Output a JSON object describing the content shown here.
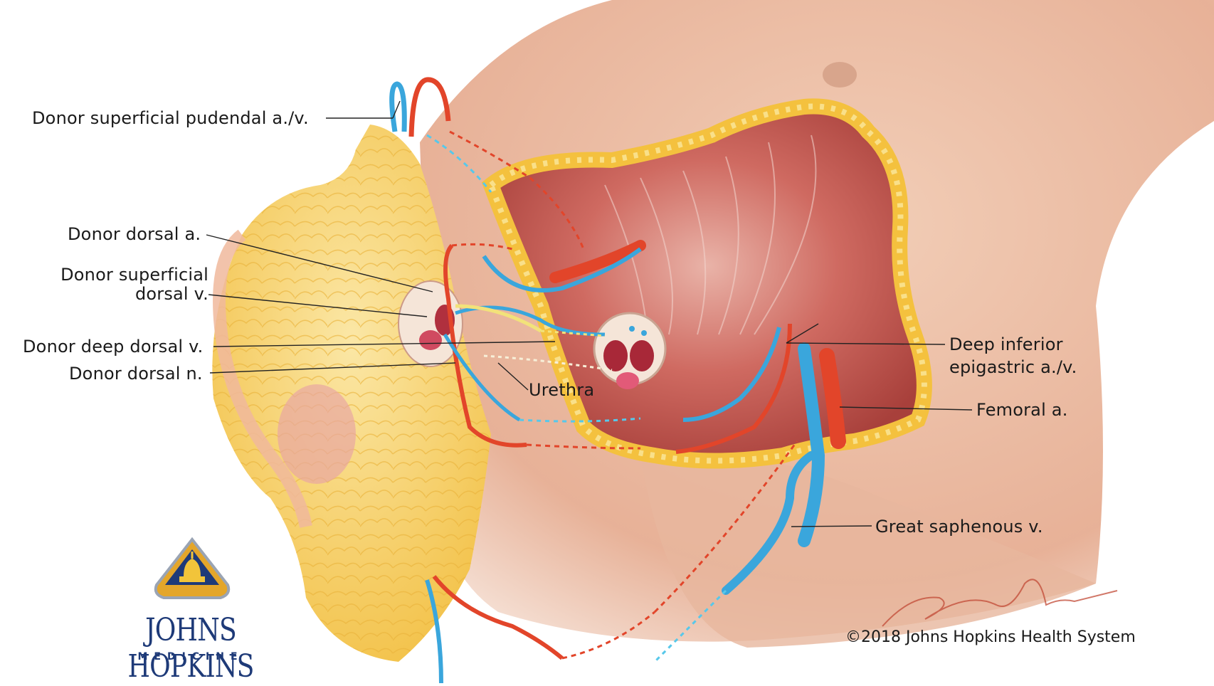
{
  "labels": {
    "superficial_pudendal": "Donor superficial pudendal a./v.",
    "dorsal_a": "Donor dorsal a.",
    "superficial_dorsal_v_line1": "Donor superficial",
    "superficial_dorsal_v_line2": "dorsal v.",
    "deep_dorsal_v": "Donor deep dorsal v.",
    "dorsal_n": "Donor dorsal n.",
    "urethra": "Urethra",
    "deep_inferior_epigastric_line1": "Deep inferior",
    "deep_inferior_epigastric_line2": "epigastric a./v.",
    "femoral_a": "Femoral a.",
    "great_saphenous_v": "Great saphenous v."
  },
  "logo": {
    "name": "JOHNS HOPKINS",
    "subtitle": "MEDICINE"
  },
  "copyright": "©2018 Johns Hopkins Health System",
  "colors": {
    "artery": "#e2452a",
    "vein": "#3aa6dc",
    "nerve": "#f2e27a",
    "fat": "#f6c94e",
    "skin": "#efc3a8",
    "muscle": "#c4564f",
    "brand": "#1e3a78",
    "leader": "#222222"
  }
}
